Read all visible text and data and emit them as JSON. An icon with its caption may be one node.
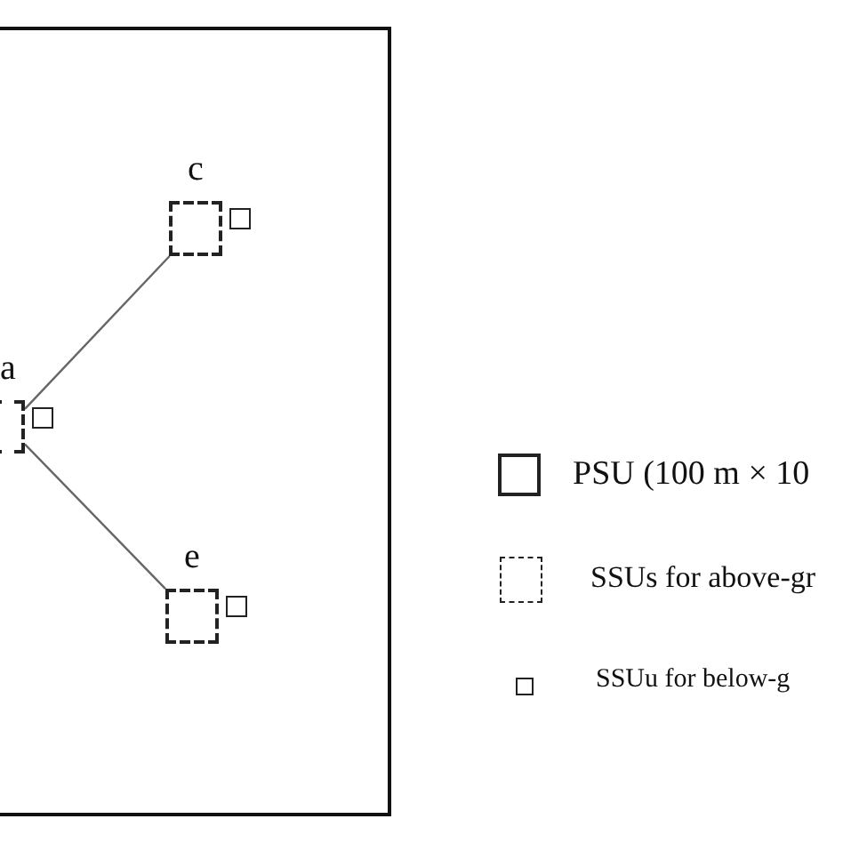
{
  "diagram": {
    "nodes": [
      {
        "text": [],
        "shape": "box"
      },
      {
        "text": [
          "c"
        ],
        "in": 0
      },
      {
        "text": [
          "a"
        ],
        "in": 0
      },
      {
        "text": [
          "e"
        ],
        "in": 0
      }
    ],
    "edges": [
      {
        "from": 2,
        "to": 1,
        "arrow": "none"
      },
      {
        "from": 2,
        "to": 3,
        "arrow": "none"
      }
    ],
    "legend": [
      {
        "text": "PSU (100 m × 10"
      },
      {
        "text": "SSUs for above-gr"
      },
      {
        "text": "SSUu for below-g"
      }
    ]
  }
}
